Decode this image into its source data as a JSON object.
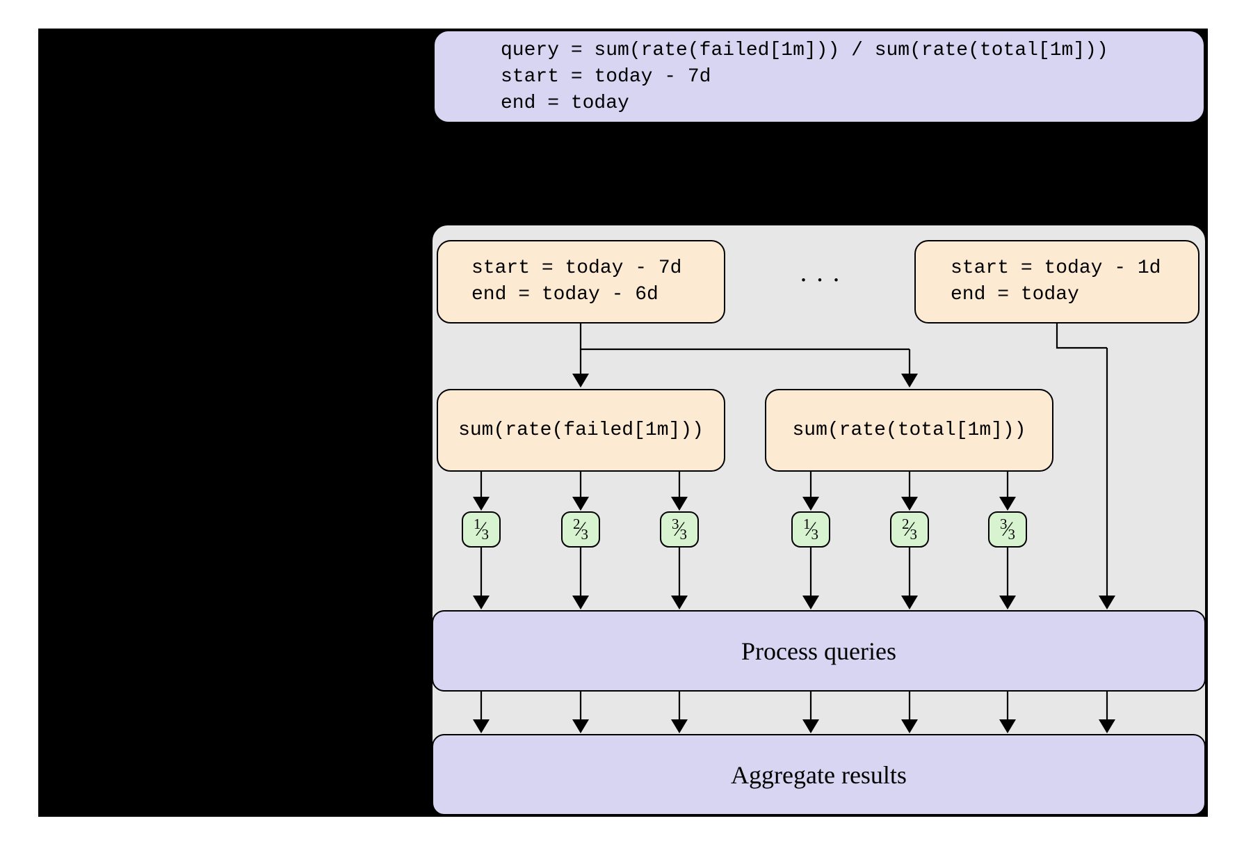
{
  "code_box": {
    "lines": [
      "query = sum(rate(failed[1m])) / sum(rate(total[1m]))",
      "start = today - 7d",
      "end = today"
    ]
  },
  "split_section": {
    "first_range": {
      "lines": [
        "start = today - 7d",
        "end = today - 6d"
      ]
    },
    "ellipsis": "...",
    "last_range": {
      "lines": [
        "start = today - 1d",
        "end = today"
      ]
    },
    "failed_leg": "sum(rate(failed[1m]))",
    "total_leg": "sum(rate(total[1m]))",
    "fractions": [
      {
        "num": "1",
        "slash": "⁄",
        "den": "3"
      },
      {
        "num": "2",
        "slash": "⁄",
        "den": "3"
      },
      {
        "num": "3",
        "slash": "⁄",
        "den": "3"
      },
      {
        "num": "1",
        "slash": "⁄",
        "den": "3"
      },
      {
        "num": "2",
        "slash": "⁄",
        "den": "3"
      },
      {
        "num": "3",
        "slash": "⁄",
        "den": "3"
      }
    ],
    "process_label": "Process queries",
    "aggregate_label": "Aggregate results"
  },
  "colors": {
    "slidebg": "#000000",
    "page": "#ffffff",
    "lavender": "#d8d5f3",
    "orange": "#fdead3",
    "green": "#d7f3d0",
    "gray": "#e7e7e7",
    "border": "#000000",
    "text": "#000000"
  }
}
